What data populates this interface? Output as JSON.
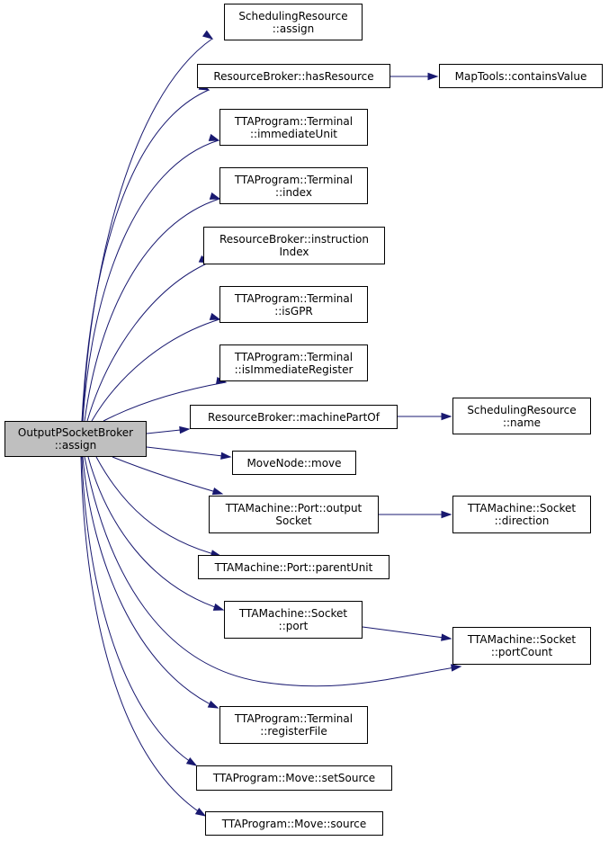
{
  "graph": {
    "root": {
      "line1": "OutputPSocketBroker",
      "line2": "::assign"
    },
    "nodes": {
      "scheduling_resource_assign": {
        "line1": "SchedulingResource",
        "line2": "::assign"
      },
      "resource_broker_has_resource": {
        "line1": "ResourceBroker::hasResource"
      },
      "map_tools_contains_value": {
        "line1": "MapTools::containsValue"
      },
      "terminal_immediate_unit": {
        "line1": "TTAProgram::Terminal",
        "line2": "::immediateUnit"
      },
      "terminal_index": {
        "line1": "TTAProgram::Terminal",
        "line2": "::index"
      },
      "resource_broker_instruction_index": {
        "line1": "ResourceBroker::instruction",
        "line2": "Index"
      },
      "terminal_is_gpr": {
        "line1": "TTAProgram::Terminal",
        "line2": "::isGPR"
      },
      "terminal_is_immediate_register": {
        "line1": "TTAProgram::Terminal",
        "line2": "::isImmediateRegister"
      },
      "resource_broker_machine_part_of": {
        "line1": "ResourceBroker::machinePartOf"
      },
      "scheduling_resource_name": {
        "line1": "SchedulingResource",
        "line2": "::name"
      },
      "move_node_move": {
        "line1": "MoveNode::move"
      },
      "port_output_socket": {
        "line1": "TTAMachine::Port::output",
        "line2": "Socket"
      },
      "socket_direction": {
        "line1": "TTAMachine::Socket",
        "line2": "::direction"
      },
      "port_parent_unit": {
        "line1": "TTAMachine::Port::parentUnit"
      },
      "socket_port": {
        "line1": "TTAMachine::Socket",
        "line2": "::port"
      },
      "socket_port_count": {
        "line1": "TTAMachine::Socket",
        "line2": "::portCount"
      },
      "terminal_register_file": {
        "line1": "TTAProgram::Terminal",
        "line2": "::registerFile"
      },
      "move_set_source": {
        "line1": "TTAProgram::Move::setSource"
      },
      "move_source": {
        "line1": "TTAProgram::Move::source"
      }
    },
    "colors": {
      "edge": "#191970",
      "root_fill": "#bfbfbf",
      "node_fill": "#ffffff",
      "border": "#000000"
    }
  }
}
